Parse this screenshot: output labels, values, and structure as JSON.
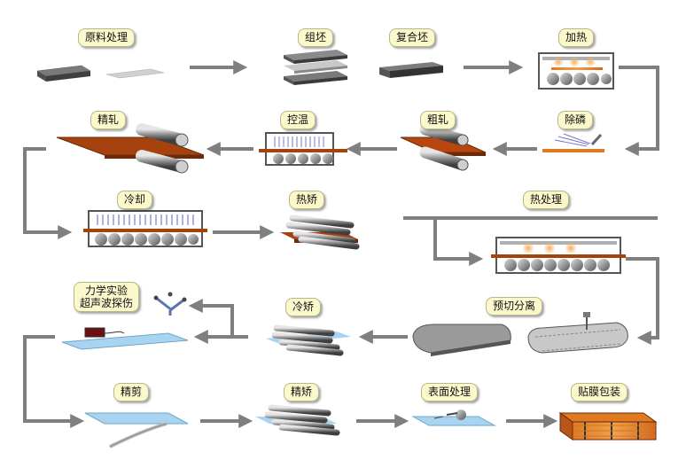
{
  "steps": {
    "raw_material": "原料处理",
    "assemble": "组坯",
    "composite": "复合坯",
    "heating": "加热",
    "finish_roll": "精轧",
    "temp_control": "控温",
    "rough_roll": "粗轧",
    "descale": "除磷",
    "cooling": "冷却",
    "hot_straighten": "热矫",
    "heat_treat": "热处理",
    "test_line1": "力学实验",
    "test_line2": "超声波探伤",
    "cold_straighten": "冷矫",
    "cut_separate": "预切分离",
    "finish_cut": "精剪",
    "finish_straighten": "精矫",
    "surface": "表面处理",
    "pack": "贴膜包装"
  },
  "colors": {
    "arrow": "#7f7f7f",
    "plate_gray": "#6b6b6b",
    "plate_copper": "#b8460f",
    "plate_blue": "#a9d4f0",
    "label_bg": "#fbf8cc"
  }
}
